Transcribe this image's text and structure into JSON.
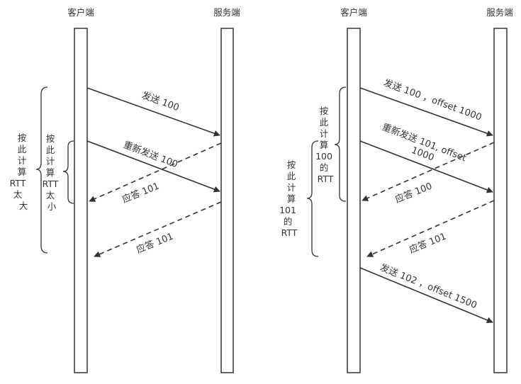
{
  "left": {
    "client_label": "客户端",
    "server_label": "服务端",
    "msg_send_100": "发送 100",
    "msg_resend_100": "重新发送 100",
    "msg_ack_101_a": "应答 101",
    "msg_ack_101_b": "应答 101",
    "outer_note": [
      "按",
      "此",
      "计",
      "算",
      "RTT",
      "太",
      "大"
    ],
    "inner_note": [
      "按",
      "此",
      "计",
      "算",
      "RTT",
      "太",
      "小"
    ]
  },
  "right": {
    "client_label": "客户端",
    "server_label": "服务端",
    "msg_send_100": "发送 100 ，offset 1000",
    "msg_resend_101_line1": "重新发送 101, offset",
    "msg_resend_101_line2": "1000",
    "msg_ack_100": "应答 100",
    "msg_ack_101": "应答 101",
    "msg_send_102": "发送 102 ，offset 1500",
    "upper_note": [
      "按",
      "此",
      "计",
      "算",
      "100",
      "的",
      "RTT"
    ],
    "lower_note": [
      "按",
      "此",
      "计",
      "算",
      "101",
      "的",
      "RTT"
    ]
  }
}
